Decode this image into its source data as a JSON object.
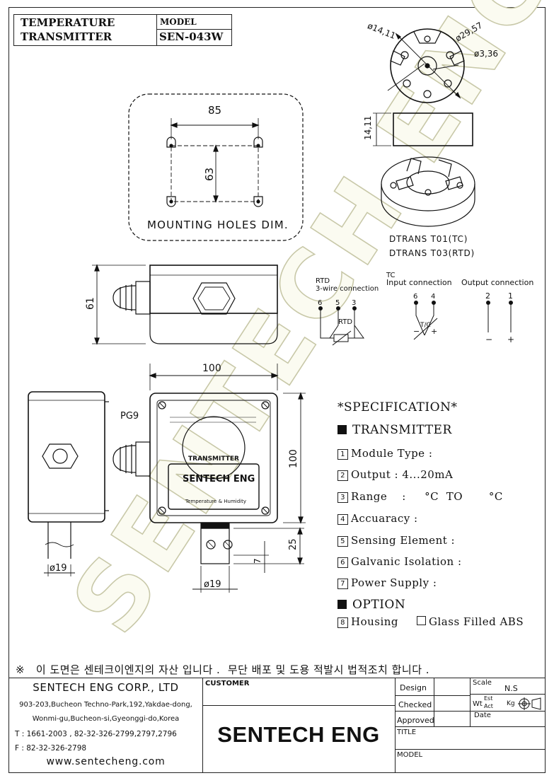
{
  "title_block": {
    "line1": "TEMPERATURE",
    "line2": "TRANSMITTER",
    "model_label": "MODEL",
    "model_value": "SEN-043W"
  },
  "watermark": "SENTECH ENG",
  "top_view": {
    "dims": [
      "ø14,11",
      "ø29,57",
      "ø3,36"
    ],
    "height_dim": "14,11",
    "module_labels": [
      "DTRANS T01(TC)",
      "DTRANS T03(RTD)"
    ]
  },
  "mounting": {
    "width": "85",
    "height": "63",
    "caption": "MOUNTING HOLES DIM."
  },
  "side_view": {
    "height": "61"
  },
  "wiring": {
    "rtd_title1": "RTD",
    "rtd_title2": "3-wire connection",
    "rtd_terms": [
      "6",
      "5",
      "3"
    ],
    "rtd_label": "RTD",
    "tc_title1": "TC",
    "tc_title2": "Input connection",
    "tc_terms": [
      "6",
      "4"
    ],
    "tc_label": "T/C",
    "tc_minus": "−",
    "tc_plus": "+",
    "out_title": "Output connection",
    "out_terms": [
      "2",
      "1"
    ],
    "out_minus": "−",
    "out_plus": "+"
  },
  "front_view": {
    "width": "100",
    "height": "100",
    "pg": "PG9",
    "label_top": "TRANSMITTER",
    "label_brand": "SENTECH ENG",
    "label_sub": "Temperature & Humidity",
    "stem_len": "25",
    "stem_tip": "7",
    "stem_dia": "ø19",
    "left_dia": "ø19"
  },
  "specification": {
    "title": "*SPECIFICATION*",
    "section1": "TRANSMITTER",
    "items": [
      {
        "n": "1",
        "text": "Module  Type  :"
      },
      {
        "n": "2",
        "text": "Output  :  4...20mA"
      },
      {
        "n": "3",
        "text": "Range    :     °C  TO       °C"
      },
      {
        "n": "4",
        "text": "Accuaracy  :"
      },
      {
        "n": "5",
        "text": "Sensing  Element  :"
      },
      {
        "n": "6",
        "text": "Galvanic  Isolation  :"
      },
      {
        "n": "7",
        "text": "Power  Supply  :"
      }
    ],
    "section2": "OPTION",
    "option_n": "8",
    "option_text": "Housing",
    "option_choice": "Glass Filled ABS"
  },
  "notice": "※   이 도면은 센테크이엔지의 자산 입니다 .  무단 배포 및 도용 적발시 법적조치 합니다 .",
  "footer": {
    "company": "SENTECH ENG CORP., LTD",
    "addr1": "903-203,Bucheon Techno-Park,192,Yakdae-dong,",
    "addr2": "Wonmi-gu,Bucheon-si,Gyeonggi-do,Korea",
    "tel": "T : 1661-2003 , 82-32-326-2799,2797,2796",
    "fax": "F : 82-32-326-2798",
    "web": "www.sentecheng.com",
    "customer": "CUSTOMER",
    "logo": "SENTECH ENG",
    "design": "Design",
    "checked": "Checked",
    "approved": "Approved",
    "scale": "Scale",
    "scale_value": "N.S",
    "wt": "Wt",
    "est": "Est",
    "act": "Act",
    "kg": "Kg",
    "date": "Date",
    "title": "TITLE",
    "model": "MODEL"
  }
}
